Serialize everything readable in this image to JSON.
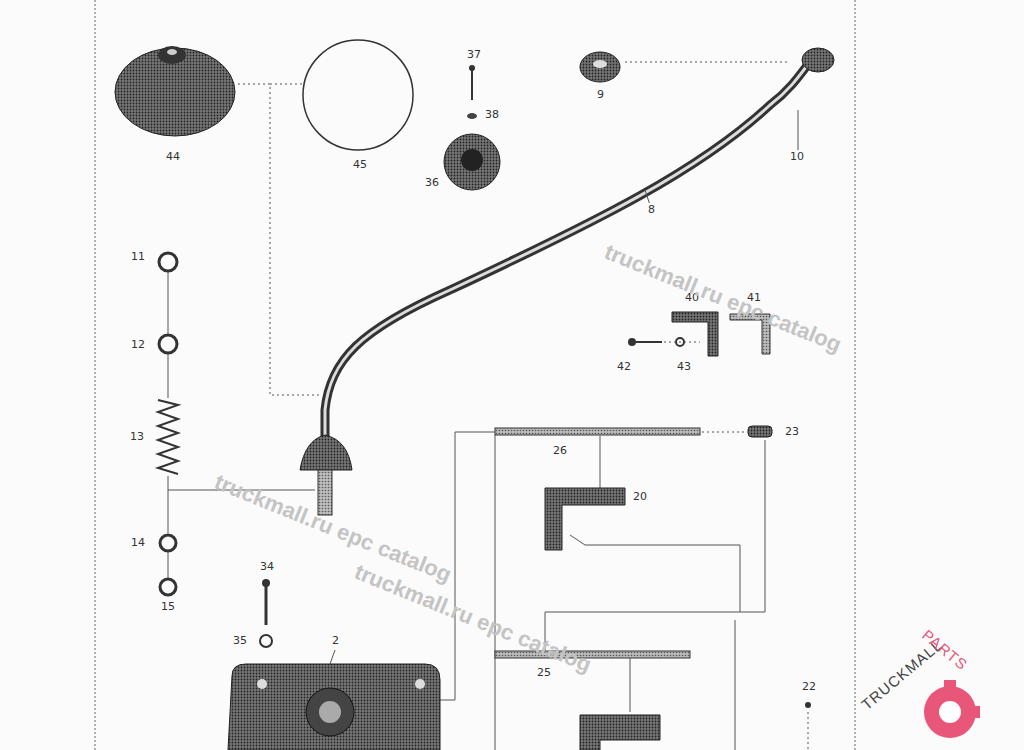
{
  "diagram": {
    "labels": [
      "44",
      "45",
      "37",
      "38",
      "36",
      "9",
      "10",
      "8",
      "40",
      "41",
      "42",
      "43",
      "11",
      "12",
      "13",
      "14",
      "15",
      "23",
      "26",
      "20",
      "34",
      "35",
      "2",
      "25",
      "22",
      "truckmall.ru epc catalog",
      "truckmall.ru epc catalog",
      "truckmall.ru epc catalog",
      "TRUCKMALL",
      "PARTS"
    ]
  }
}
